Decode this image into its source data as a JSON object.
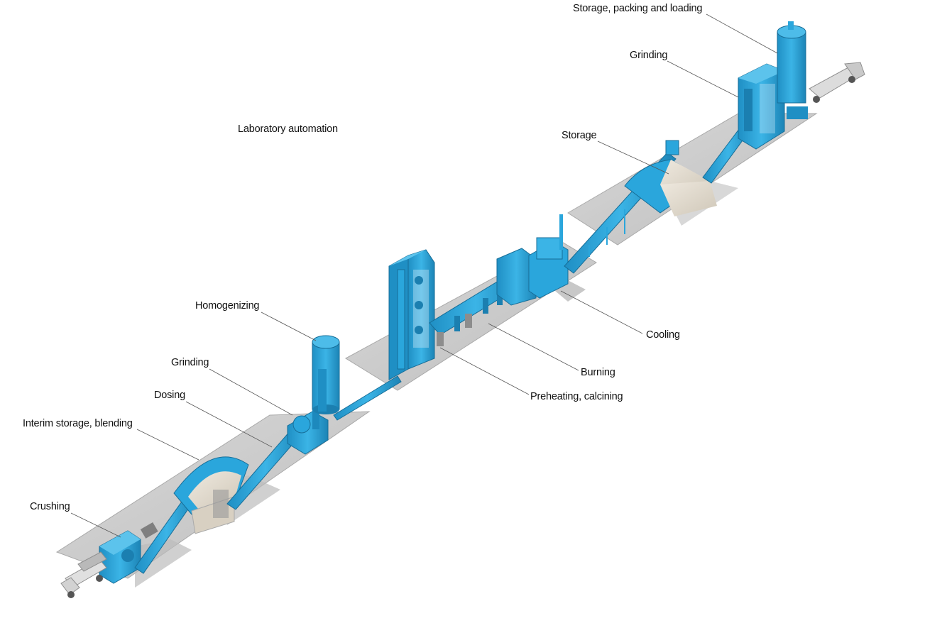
{
  "diagram": {
    "colors": {
      "equipment": "#2aa6dc",
      "equipment_dark": "#1a7fae",
      "equipment_light": "#6cc8ee",
      "slab": "#cfcfcf",
      "slab_edge": "#a9a9a9",
      "material": "#e3ddd2",
      "leader": "#555555",
      "text": "#111111"
    },
    "labels": {
      "storage_packing_loading": "Storage, packing and loading",
      "grinding_cement": "Grinding",
      "laboratory_automation": "Laboratory automation",
      "storage": "Storage",
      "homogenizing": "Homogenizing",
      "grinding_raw": "Grinding",
      "dosing": "Dosing",
      "interim_storage_blending": "Interim storage, blending",
      "crushing": "Crushing",
      "cooling": "Cooling",
      "burning": "Burning",
      "preheating_calcining": "Preheating, calcining"
    },
    "icons": {
      "dump_truck": "dump-truck-icon",
      "tanker_truck": "tanker-truck-icon"
    }
  }
}
